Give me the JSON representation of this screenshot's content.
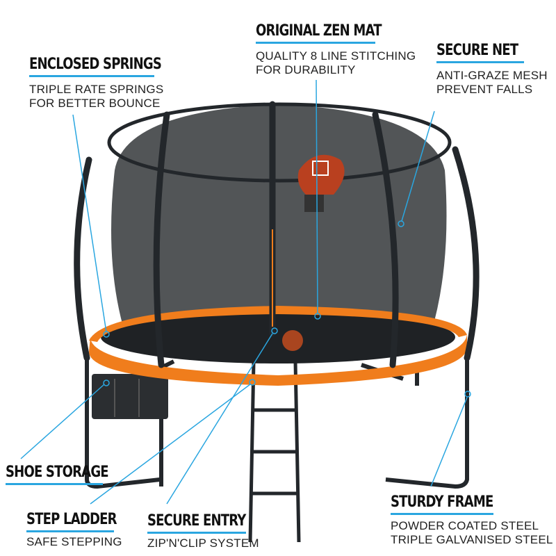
{
  "colors": {
    "accent": "#2aa6e0",
    "pad": "#f07d1c",
    "frame": "#23272b",
    "net": "#3a3d40"
  },
  "callouts": {
    "enclosed_springs": {
      "title": "ENCLOSED SPRINGS",
      "lines": [
        "TRIPLE RATE SPRINGS",
        "FOR BETTER BOUNCE"
      ]
    },
    "zen_mat": {
      "title": "ORIGINAL ZEN MAT",
      "lines": [
        "QUALITY 8 LINE STITCHING",
        "FOR DURABILITY"
      ]
    },
    "secure_net": {
      "title": "SECURE NET",
      "lines": [
        "ANTI-GRAZE MESH",
        "PREVENT FALLS"
      ]
    },
    "shoe_storage": {
      "title": "SHOE STORAGE"
    },
    "step_ladder": {
      "title": "STEP LADDER",
      "lines": [
        "SAFE STEPPING"
      ]
    },
    "secure_entry": {
      "title": "SECURE ENTRY",
      "lines": [
        "ZIP'N'CLIP SYSTEM"
      ]
    },
    "sturdy_frame": {
      "title": "STURDY FRAME",
      "lines": [
        "POWDER COATED STEEL",
        "TRIPLE GALVANISED STEEL"
      ]
    }
  }
}
